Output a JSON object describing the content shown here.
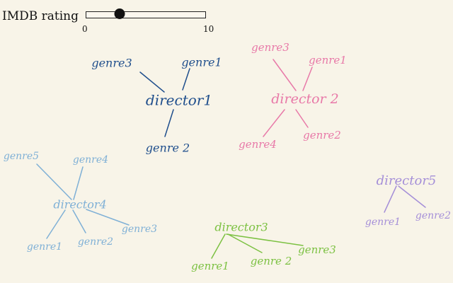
{
  "slider": {
    "label": "IMDB rating",
    "min_label": "0",
    "max_label": "10",
    "min": 0,
    "max": 10,
    "value": 2.8
  },
  "clusters": [
    {
      "director": "director1",
      "color": "#1f4e8c",
      "genres": [
        "genre3",
        "genre1",
        "genre 2"
      ]
    },
    {
      "director": "director 2",
      "color": "#e879a8",
      "genres": [
        "genre3",
        "genre1",
        "genre4",
        "genre2"
      ]
    },
    {
      "director": "director4",
      "color": "#7fb0d6",
      "genres": [
        "genre5",
        "genre4",
        "genre1",
        "genre2",
        "genre3"
      ]
    },
    {
      "director": "director3",
      "color": "#7cc142",
      "genres": [
        "genre1",
        "genre 2",
        "genre3"
      ]
    },
    {
      "director": "director5",
      "color": "#a58fd8",
      "genres": [
        "genre1",
        "genre2"
      ]
    }
  ]
}
